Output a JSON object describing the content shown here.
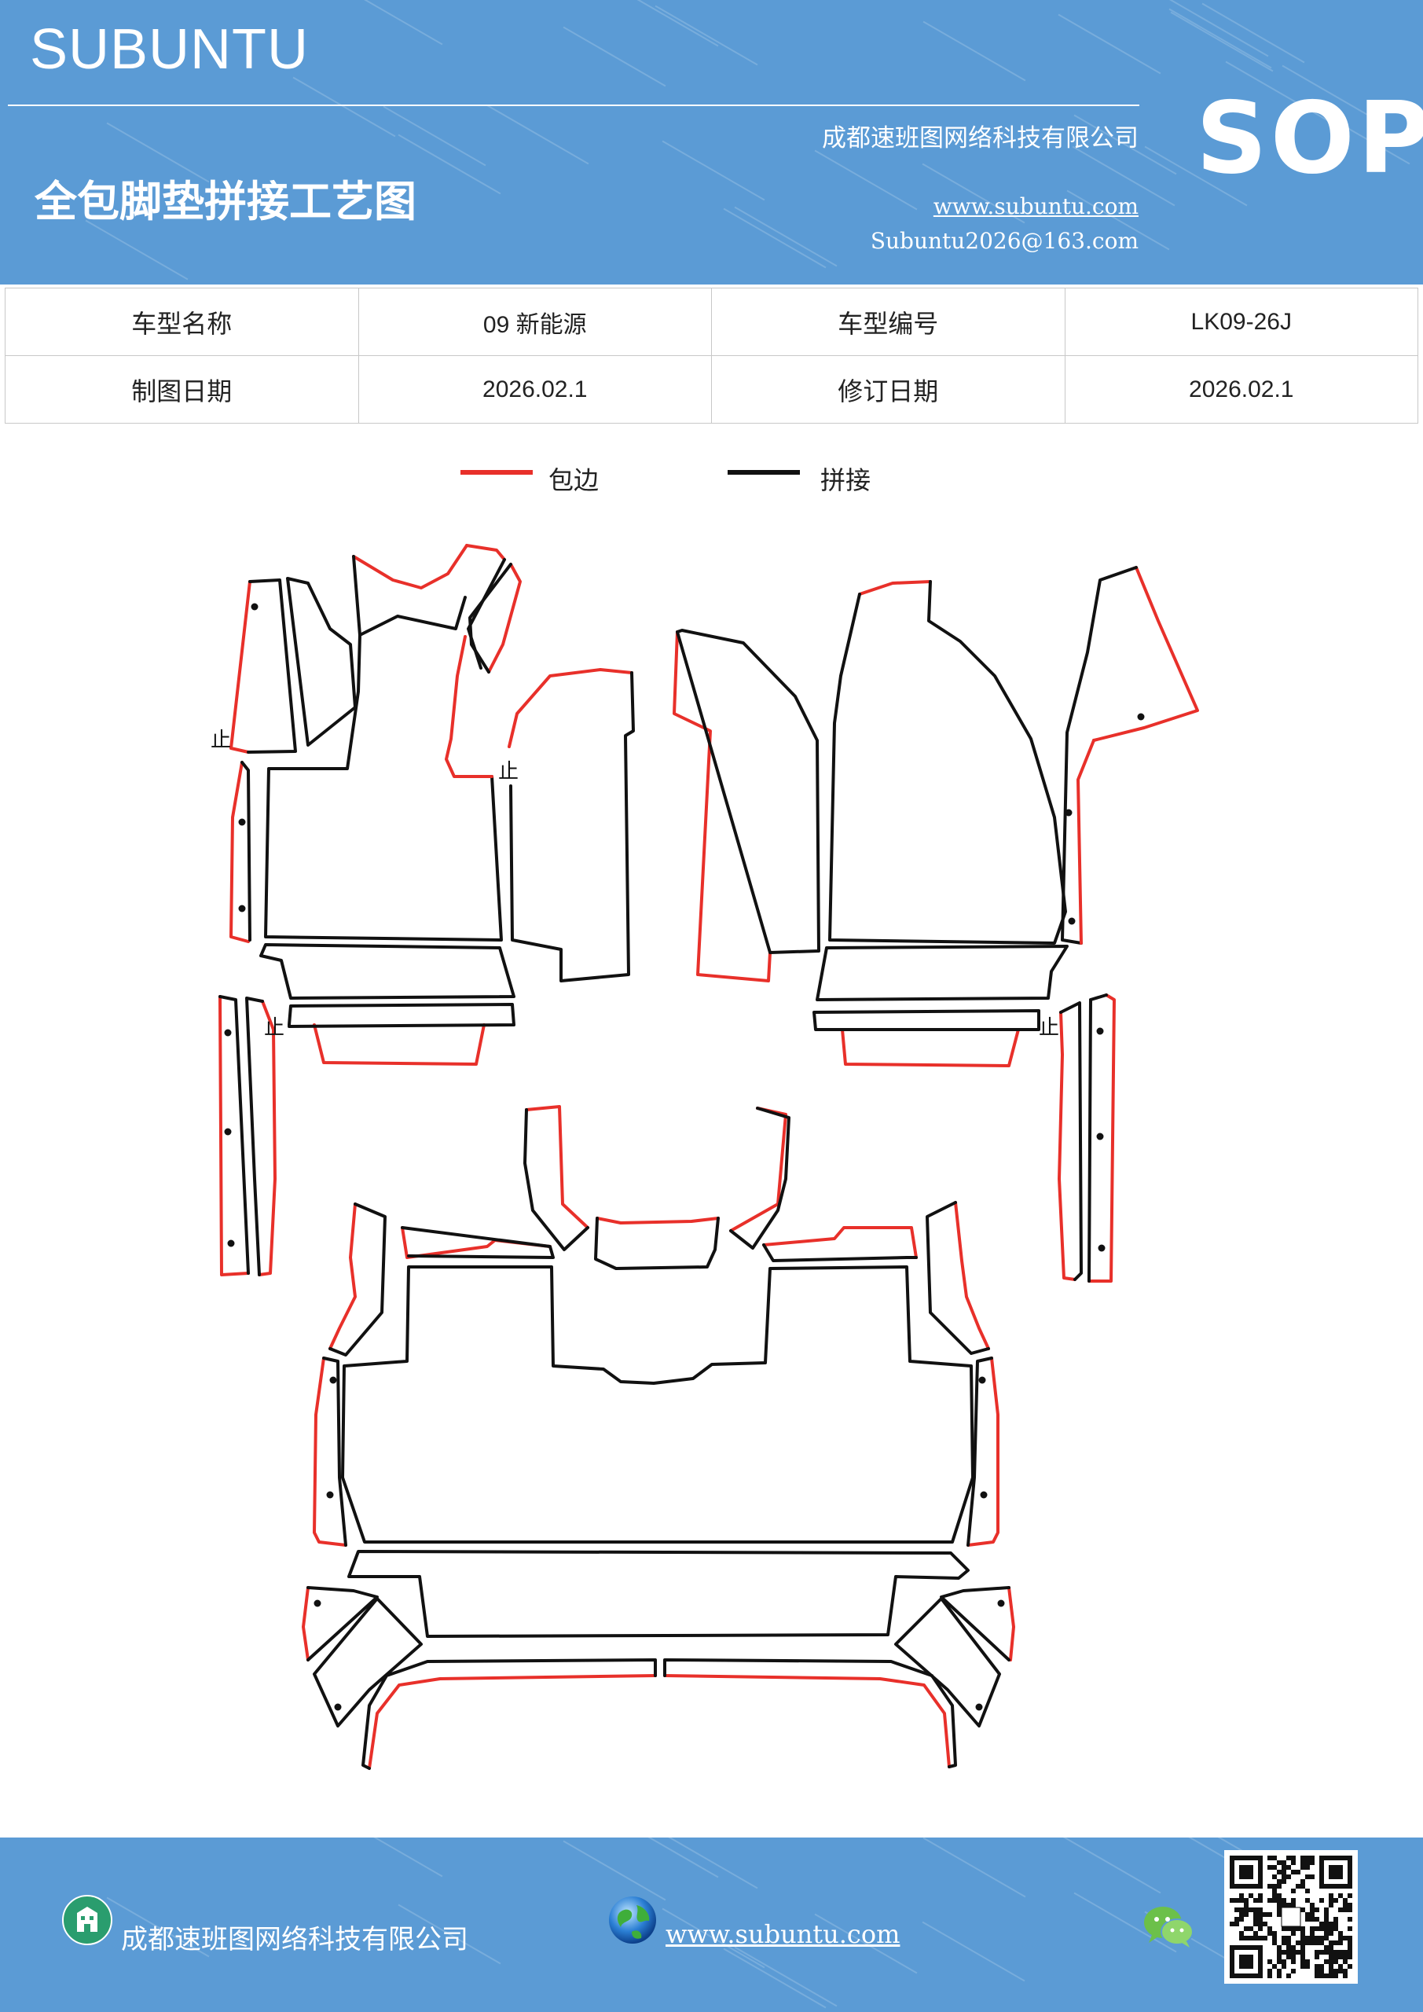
{
  "header": {
    "brand": "SUBUNTU",
    "company": "成都速班图网络科技有限公司",
    "title": "全包脚垫拼接工艺图",
    "website": "www.subuntu.com",
    "email": "Subuntu2026@163.com",
    "badge": "SOP"
  },
  "info": {
    "model_name_label": "车型名称",
    "model_name": "09 新能源",
    "model_code_label": "车型编号",
    "model_code": "LK09-26J",
    "draw_date_label": "制图日期",
    "draw_date": "2026.02.1",
    "revise_date_label": "修订日期",
    "revise_date": "2026.02.1"
  },
  "legend": {
    "hem_label": "包边",
    "splice_label": "拼接",
    "hem_color": "#e8302a",
    "splice_color": "#111111"
  },
  "diagram": {
    "stop_mark": "止"
  },
  "footer": {
    "company": "成都速班图网络科技有限公司",
    "website": "www.subuntu.com",
    "building_icon": "building-icon",
    "globe_icon": "globe-icon",
    "wechat_icon": "wechat-icon",
    "qr_icon": "qr-code-icon"
  },
  "colors": {
    "band": "#5b9bd5",
    "hem": "#e8302a",
    "splice": "#111111"
  }
}
